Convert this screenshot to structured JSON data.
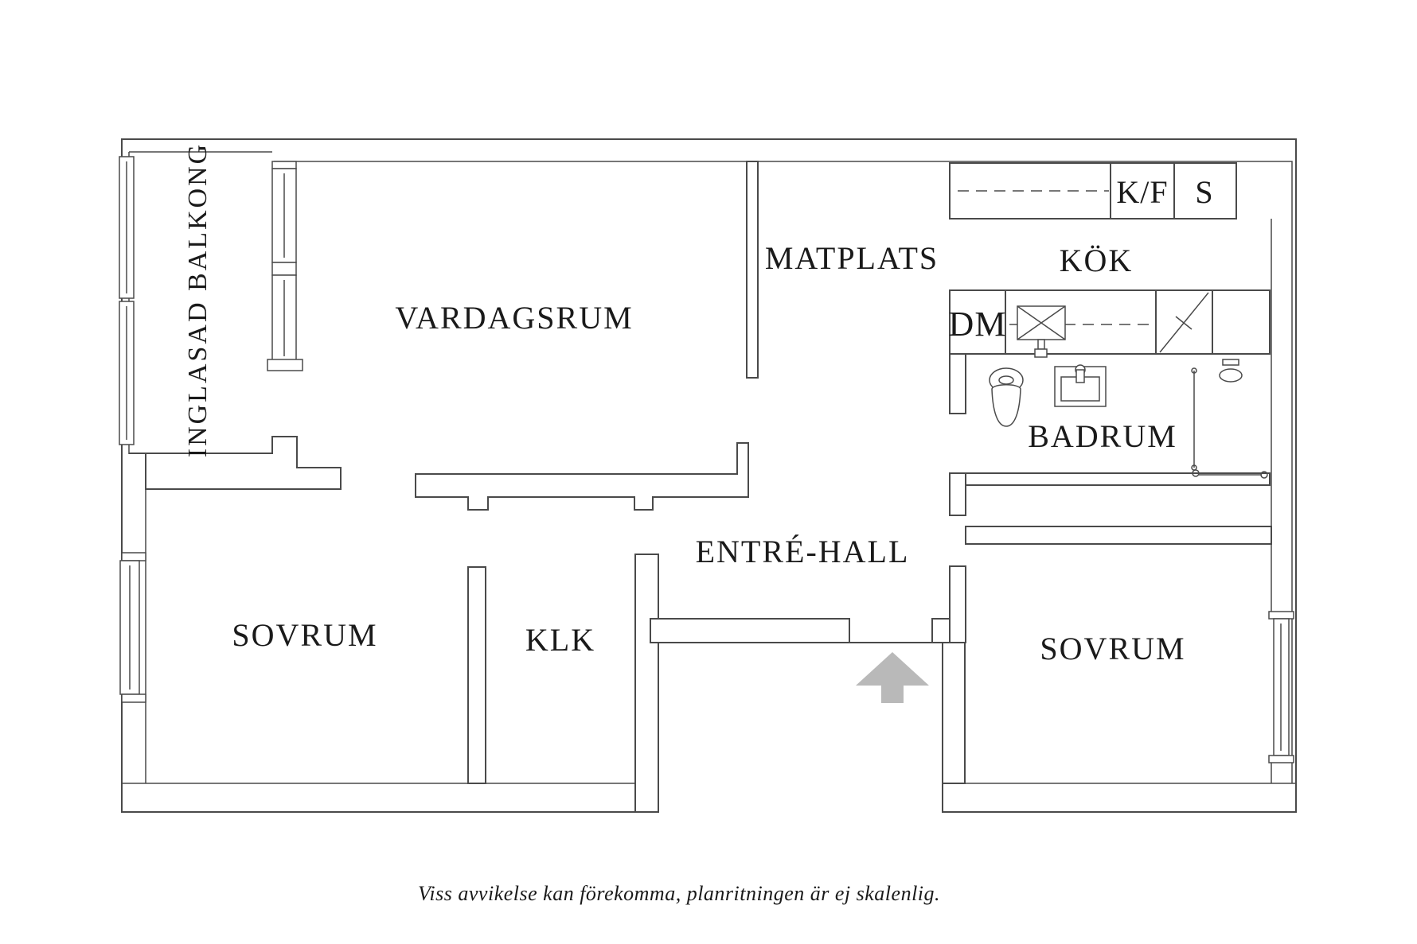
{
  "rooms": {
    "balcony": {
      "label": "INGLASAD BALKONG"
    },
    "living_room": {
      "label": "VARDAGSRUM"
    },
    "dining": {
      "label": "MATPLATS"
    },
    "kitchen": {
      "label": "KÖK"
    },
    "bathroom": {
      "label": "BADRUM"
    },
    "hall": {
      "label": "ENTRÉ-HALL"
    },
    "bedroom_left": {
      "label": "SOVRUM"
    },
    "closet": {
      "label": "KLK"
    },
    "bedroom_right": {
      "label": "SOVRUM"
    }
  },
  "kitchen_appliances": {
    "fridge_freezer": "K/F",
    "cabinet": "S",
    "dishwasher": "DM"
  },
  "footer": {
    "disclaimer": "Viss avvikelse kan förekomma, planritningen är ej skalenlig."
  },
  "colors": {
    "wall_line": "#4a4a4a",
    "label_text": "#1a1a1a",
    "entrance_arrow": "#b9b9b9",
    "background": "#ffffff"
  }
}
